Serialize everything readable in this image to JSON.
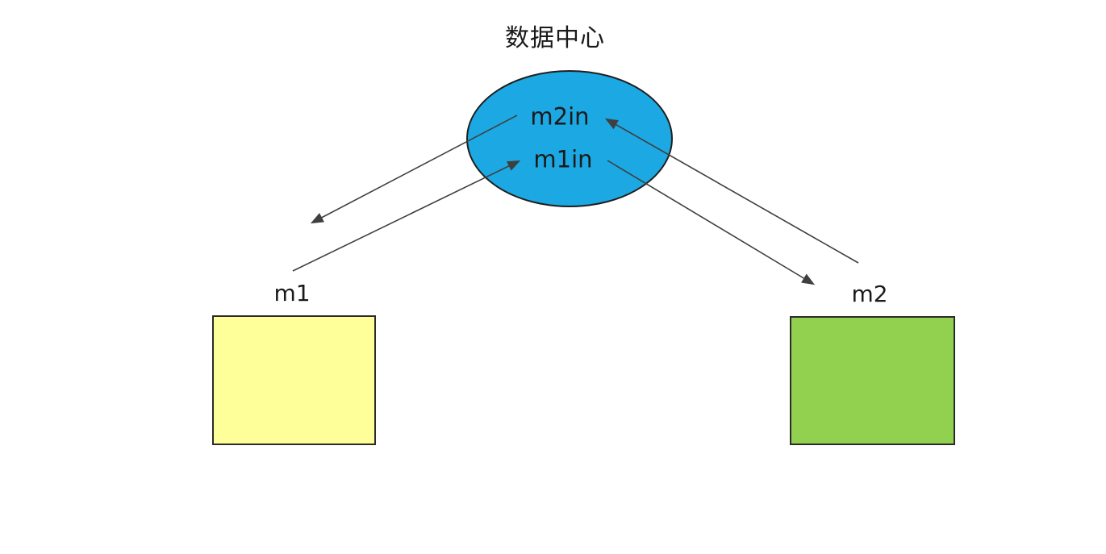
{
  "diagram": {
    "title": "数据中心",
    "hub": {
      "name": "数据中心",
      "port_top_label": "m2in",
      "port_bottom_label": "m1in"
    },
    "nodes": {
      "m1": {
        "label": "m1"
      },
      "m2": {
        "label": "m2"
      }
    },
    "arrows": [
      {
        "from": "m1",
        "to": "m1in"
      },
      {
        "from": "m2",
        "to": "m2in"
      },
      {
        "from": "m2in",
        "to": "m1"
      },
      {
        "from": "m1in",
        "to": "m2"
      }
    ],
    "colors": {
      "hub_fill": "#1CA8E2",
      "m1_fill": "#FFFF99",
      "m2_fill": "#92D050",
      "shape_border": "#1f1f1f",
      "line": "#3f3f3f",
      "text": "#1a1a1a",
      "background": "#ffffff"
    }
  }
}
